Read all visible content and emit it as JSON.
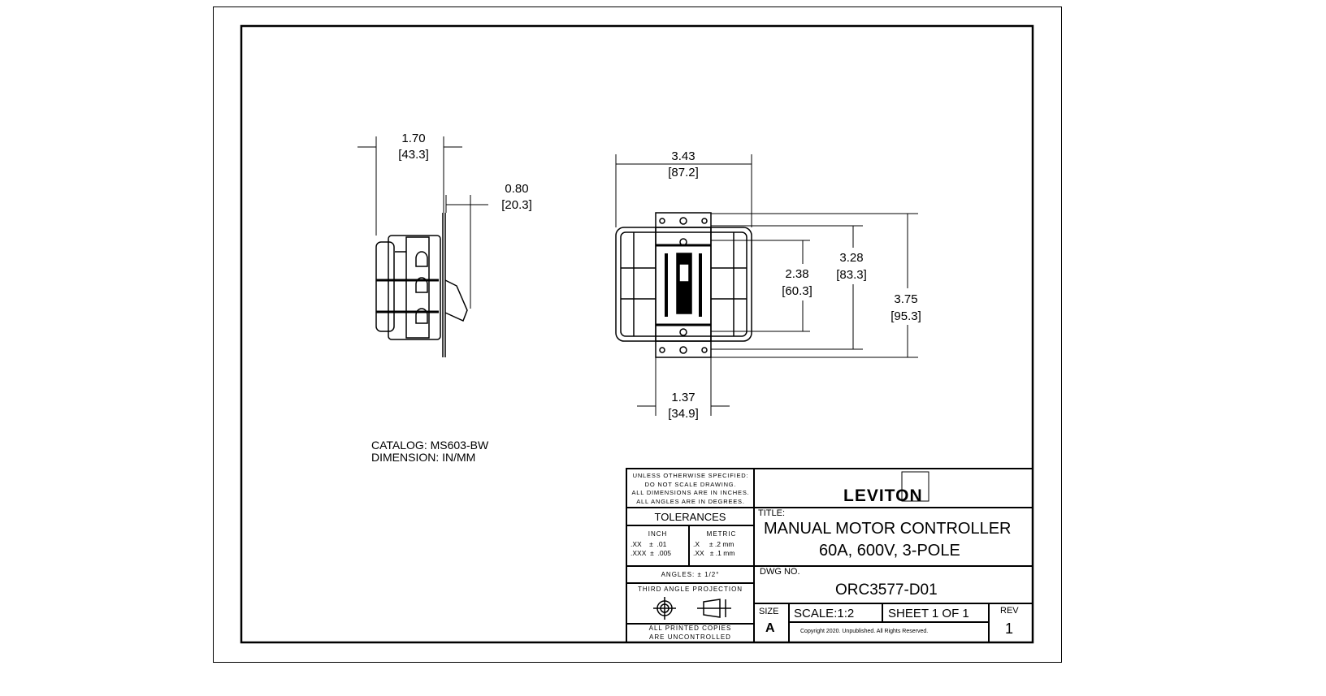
{
  "dimensions": {
    "side_width": {
      "in": "1.70",
      "mm": "[43.3]"
    },
    "handle_depth": {
      "in": "0.80",
      "mm": "[20.3]"
    },
    "front_width": {
      "in": "3.43",
      "mm": "[87.2]"
    },
    "inner_height": {
      "in": "2.38",
      "mm": "[60.3]"
    },
    "mid_height": {
      "in": "3.28",
      "mm": "[83.3]"
    },
    "total_height": {
      "in": "3.75",
      "mm": "[95.3]"
    },
    "plate_width": {
      "in": "1.37",
      "mm": "[34.9]"
    }
  },
  "notes": {
    "catalog": "CATALOG: MS603-BW",
    "dimension": "DIMENSION: IN/MM"
  },
  "title_block": {
    "general_notes": [
      "UNLESS OTHERWISE SPECIFIED:",
      "DO NOT SCALE DRAWING.",
      "ALL DIMENSIONS ARE IN INCHES.",
      "ALL ANGLES ARE IN DEGREES."
    ],
    "tolerances_label": "TOLERANCES",
    "inch_label": "INCH",
    "inch_rows": [
      ".XX    ±  .01",
      ".XXX  ±  .005"
    ],
    "metric_label": "METRIC",
    "metric_rows": [
      ".X     ± .2 mm",
      ".XX   ± .1 mm"
    ],
    "angles": "ANGLES: ± 1/2°",
    "projection": "THIRD ANGLE PROJECTION",
    "printed_copies": [
      "ALL PRINTED COPIES",
      "ARE UNCONTROLLED"
    ],
    "logo": "LEVITON",
    "title_label": "TITLE:",
    "title_line1": "MANUAL MOTOR CONTROLLER",
    "title_line2": "60A, 600V, 3-POLE",
    "dwg_label": "DWG NO.",
    "dwg_no": "ORC3577-D01",
    "size_label": "SIZE",
    "size": "A",
    "scale": "SCALE:1:2",
    "sheet": "SHEET 1 OF 1",
    "rev_label": "REV",
    "rev": "1",
    "copyright": "Copyright 2020.  Unpublished.  All Rights Reserved."
  }
}
